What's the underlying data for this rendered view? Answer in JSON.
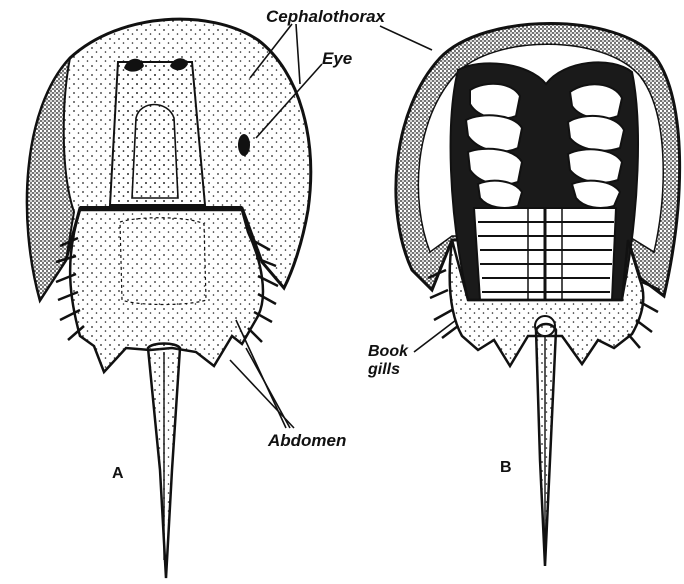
{
  "labels": {
    "cephalothorax": "Cephalothorax",
    "eye": "Eye",
    "book": "Book",
    "gills": "gills",
    "abdomen": "Abdomen"
  },
  "panels": {
    "a": "A",
    "b": "B"
  },
  "colors": {
    "ink": "#111111",
    "paper": "#ffffff",
    "stipple": "#222222"
  }
}
